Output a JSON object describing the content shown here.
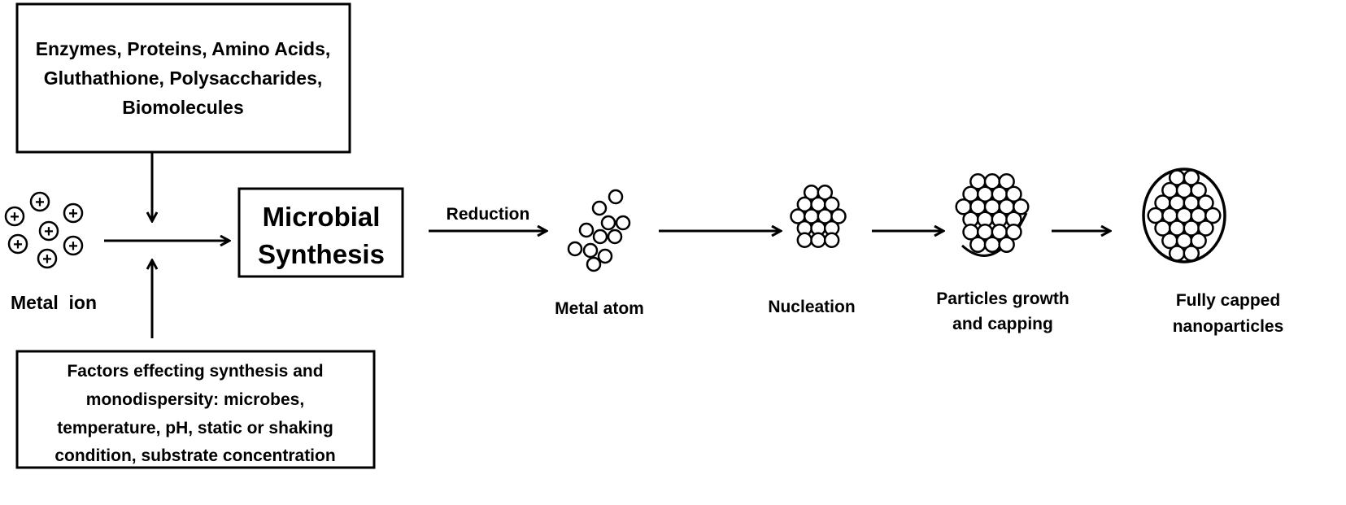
{
  "top_box": {
    "lines": [
      "Enzymes, Proteins, Amino Acids,",
      "Gluthathione, Polysaccharides,",
      "Biomolecules"
    ]
  },
  "bottom_box": {
    "lines": [
      "Factors effecting synthesis and",
      "monodispersity: microbes,",
      "temperature, pH, static or shaking",
      "condition, substrate concentration"
    ]
  },
  "center_box": {
    "lines": [
      "Microbial",
      "Synthesis"
    ]
  },
  "labels": {
    "metal_ion": "Metal  ion",
    "reduction": "Reduction",
    "metal_atom": "Metal atom",
    "nucleation": "Nucleation",
    "growth": [
      "Particles growth",
      "and capping"
    ],
    "capped": [
      "Fully capped",
      "nanoparticles"
    ]
  },
  "ion_symbol": "+"
}
